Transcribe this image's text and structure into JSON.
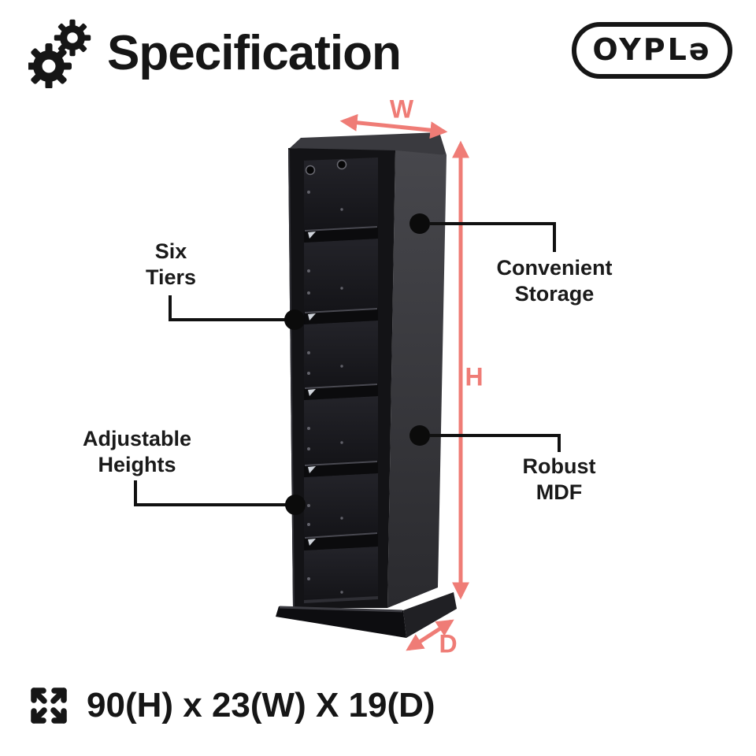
{
  "colors": {
    "accent": "#ef7c76",
    "ink": "#161616",
    "tower-top": "#3a3a3f",
    "tower-side-a": "#47474c",
    "tower-side-b": "#2a2a2e",
    "tower-front": "#131316",
    "tower-interior-a": "#232329",
    "tower-interior-b": "#141418",
    "shelf": "#0b0b0d",
    "base-front": "#0d0d10",
    "base-side": "#202024",
    "clip": "#cfd3da"
  },
  "header": {
    "title": "Specification",
    "title_icon": "gears-icon",
    "brand": "OYPLə"
  },
  "diagram": {
    "product": "six-tier-black-media-storage-tower",
    "dimension_labels": {
      "width": "W",
      "height": "H",
      "depth": "D"
    },
    "callouts": {
      "six_tiers": {
        "line1": "Six",
        "line2": "Tiers"
      },
      "adjustable_heights": {
        "line1": "Adjustable",
        "line2": "Heights"
      },
      "convenient_storage": {
        "line1": "Convenient",
        "line2": "Storage"
      },
      "robust_mdf": {
        "line1": "Robust",
        "line2": "MDF"
      }
    }
  },
  "footer": {
    "dimensions_icon": "expand-arrows-icon",
    "dimensions_text": "90(H) x 23(W) X 19(D)"
  }
}
